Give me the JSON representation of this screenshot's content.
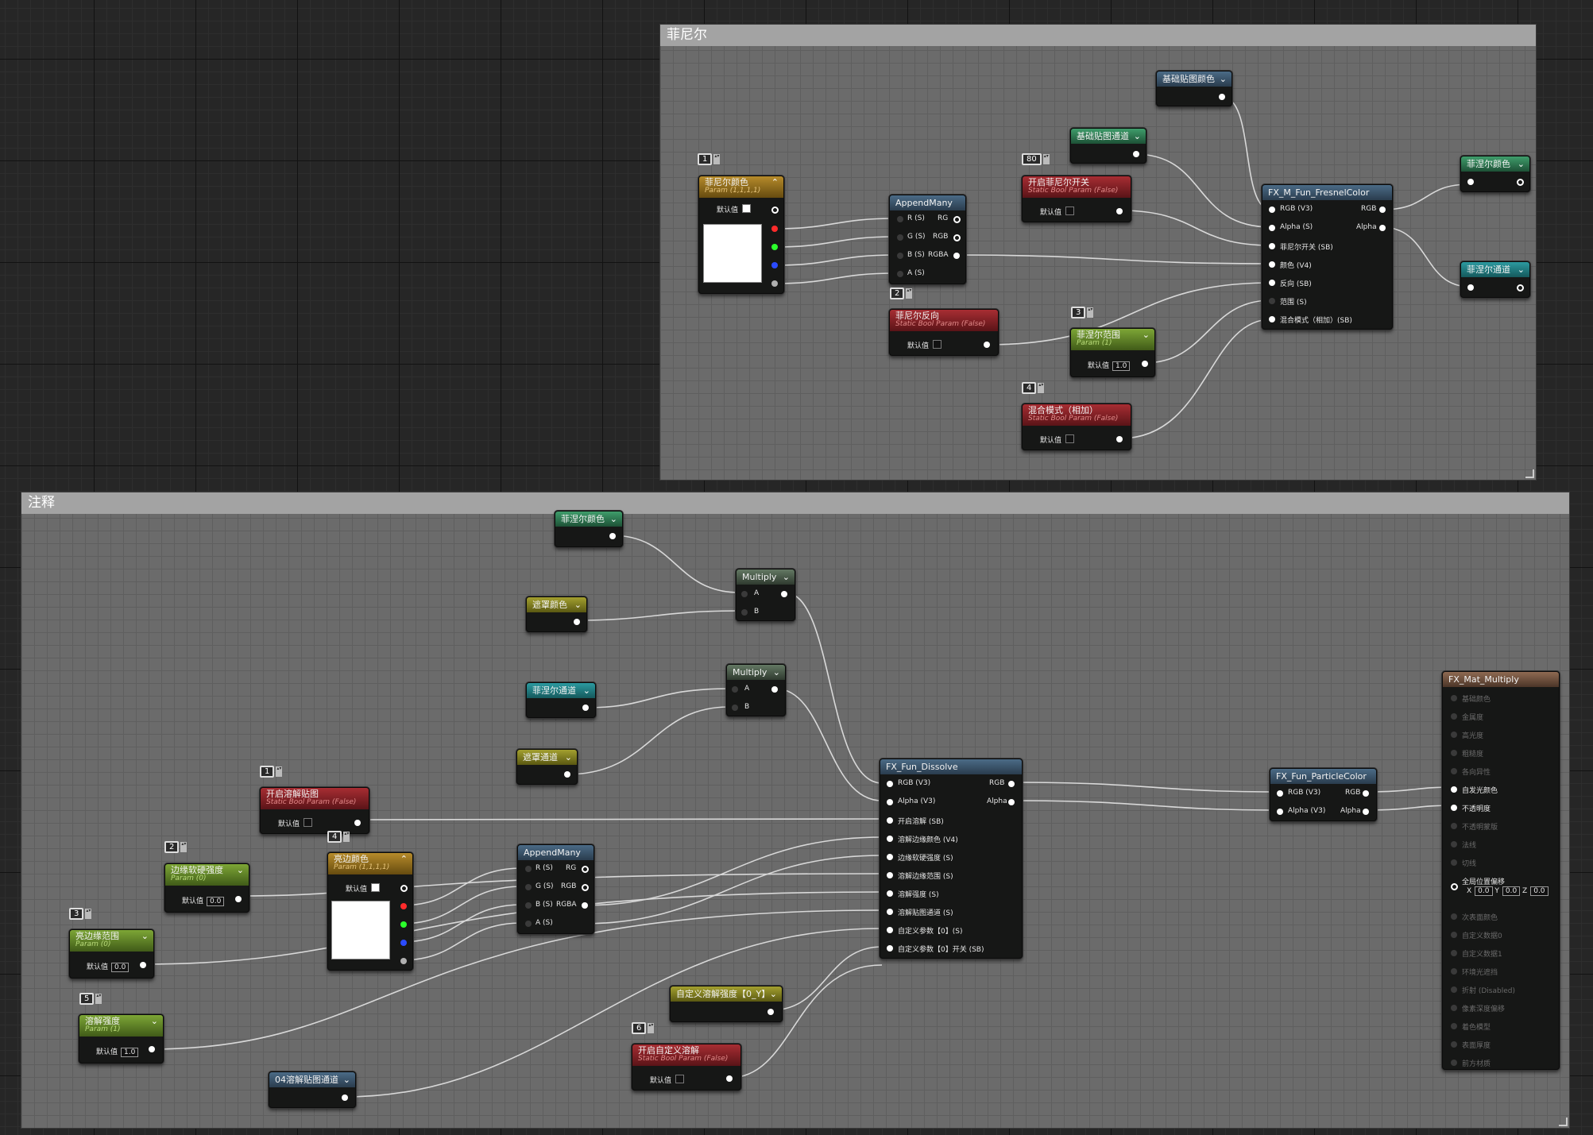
{
  "comments": {
    "fresnel_title": "菲尼尔",
    "note_title": "注释"
  },
  "default_label": "默认值",
  "fresnel": {
    "color_param": {
      "title": "菲尼尔颜色",
      "subtitle": "Param (1,1,1,1)",
      "badge": "1"
    },
    "append": {
      "title": "AppendMany",
      "inputs": [
        "R (S)",
        "G (S)",
        "B (S)",
        "A (S)"
      ],
      "outputs": [
        "RG",
        "RGB",
        "RGBA"
      ]
    },
    "reverse": {
      "title": "菲尼尔反向",
      "subtitle": "Static Bool Param (False)",
      "badge": "2"
    },
    "switch": {
      "title": "开启菲尼尔开关",
      "subtitle": "Static Bool Param (False)",
      "badge": "80"
    },
    "range": {
      "title": "菲涅尔范围",
      "subtitle": "Param (1)",
      "badge": "3",
      "value": "1.0"
    },
    "blend": {
      "title": "混合模式（相加）",
      "subtitle": "Static Bool Param (False)",
      "badge": "4"
    },
    "base_color": {
      "title": "基础贴图颜色"
    },
    "base_channel": {
      "title": "基础贴图通道"
    },
    "func": {
      "title": "FX_M_Fun_FresnelColor",
      "inputs": [
        "RGB (V3)",
        "Alpha (S)",
        "菲尼尔开关 (SB)",
        "颜色 (V4)",
        "反向 (SB)",
        "范围 (S)",
        "混合模式（相加）(SB)"
      ],
      "outputs": [
        "RGB",
        "Alpha"
      ]
    },
    "out_color": {
      "title": "菲涅尔颜色"
    },
    "out_channel": {
      "title": "菲涅尔通道"
    }
  },
  "note": {
    "fresnel_color": {
      "title": "菲涅尔颜色"
    },
    "mask_color": {
      "title": "遮罩颜色"
    },
    "fresnel_channel": {
      "title": "菲涅尔通道"
    },
    "mask_channel": {
      "title": "遮罩通道"
    },
    "multiply1": {
      "title": "Multiply",
      "inputs": [
        "A",
        "B"
      ]
    },
    "multiply2": {
      "title": "Multiply",
      "inputs": [
        "A",
        "B"
      ]
    },
    "dissolve_switch": {
      "title": "开启溶解贴图",
      "subtitle": "Static Bool Param (False)",
      "badge": "1"
    },
    "edge_soft": {
      "title": "边缘软硬强度",
      "subtitle": "Param (0)",
      "badge": "2",
      "value": "0.0"
    },
    "edge_range": {
      "title": "亮边缘范围",
      "subtitle": "Param (0)",
      "badge": "3",
      "value": "0.0"
    },
    "edge_color": {
      "title": "亮边颜色",
      "subtitle": "Param (1,1,1,1)",
      "badge": "4"
    },
    "dissolve_strength": {
      "title": "溶解强度",
      "subtitle": "Param (1)",
      "badge": "5",
      "value": "1.0"
    },
    "append": {
      "title": "AppendMany",
      "inputs": [
        "R (S)",
        "G (S)",
        "B (S)",
        "A (S)"
      ],
      "outputs": [
        "RG",
        "RGB",
        "RGBA"
      ]
    },
    "dissolve_tex": {
      "title": "04溶解贴图通道"
    },
    "custom_strength": {
      "title": "自定义溶解强度【0_Y】"
    },
    "custom_switch": {
      "title": "开启自定义溶解",
      "subtitle": "Static Bool Param (False)",
      "badge": "6"
    },
    "dissolve": {
      "title": "FX_Fun_Dissolve",
      "inputs": [
        "RGB (V3)",
        "Alpha (V3)",
        "开启溶解 (SB)",
        "溶解边缘颜色 (V4)",
        "边缘软硬强度 (S)",
        "溶解边缘范围 (S)",
        "溶解强度 (S)",
        "溶解贴图通道 (S)",
        "自定义参数【0】(S)",
        "自定义参数【0】开关 (SB)"
      ],
      "outputs": [
        "RGB",
        "Alpha"
      ]
    },
    "particle": {
      "title": "FX_Fun_ParticleColor",
      "inputs": [
        "RGB (V3)",
        "Alpha (V3)"
      ],
      "outputs": [
        "RGB",
        "Alpha"
      ]
    },
    "output": {
      "title": "FX_Mat_Multiply",
      "pins": [
        "基础颜色",
        "金属度",
        "高光度",
        "粗糙度",
        "各向异性",
        "自发光颜色",
        "不透明度",
        "不透明蒙版",
        "法线",
        "切线",
        "全局位置偏移",
        "次表面颜色",
        "自定义数据0",
        "自定义数据1",
        "环境光遮挡",
        "折射 (Disabled)",
        "像素深度偏移",
        "着色模型",
        "表面厚度",
        "前方材质"
      ],
      "offset": {
        "x": "0.0",
        "y": "0.0",
        "z": "0.0"
      }
    }
  },
  "colors": {
    "wire": "#d8d8d8",
    "comment_header": "#a3a3a3",
    "comment_body": "#6b6b6b",
    "func_header": "#4b6b86",
    "bool_header": "#a72d33"
  }
}
